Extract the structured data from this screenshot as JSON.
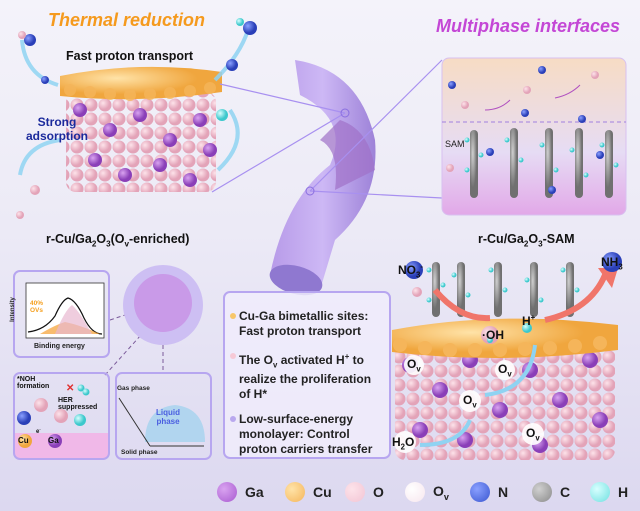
{
  "top_left": {
    "title": "Thermal reduction",
    "label_fast": "Fast proton transport",
    "label_strong": "Strong",
    "label_adsorption": "adsorption",
    "caption": {
      "pre": "r-Cu/Ga",
      "sub1": "2",
      "mid": "O",
      "sub2": "3",
      "post1": "(O",
      "sub3": "v",
      "post2": "-enriched)"
    }
  },
  "top_right": {
    "title": "Multiphase interfaces",
    "sam_label": "SAM",
    "caption": {
      "pre": "r-Cu/Ga",
      "sub1": "2",
      "mid": "O",
      "sub2": "3",
      "post": "-SAM"
    }
  },
  "xps_panel": {
    "ylabel": "Intensity",
    "xlabel": "Binding energy",
    "annot_pct": "40%",
    "annot_ov": "OVs"
  },
  "noh_panel": {
    "line1": "*NOH",
    "line2": "formation",
    "her1": "HER",
    "her2": "suppressed",
    "cu": "Cu",
    "ga": "Ga",
    "e": "e",
    "e_sup": "-"
  },
  "phase_panel": {
    "gas": "Gas phase",
    "solid": "Solid phase",
    "liquid1": "Liquid",
    "liquid2": "phase"
  },
  "bullets": [
    {
      "color": "#f7c66a",
      "line1": "Cu-Ga bimetallic sites:",
      "line2": "Fast proton transport"
    },
    {
      "color": "#f6c9d6",
      "pre": "The O",
      "sub": "v",
      "mid": " activated H",
      "sup": "+",
      "post": " to",
      "line2": "realize the proliferation",
      "line3": "of H*"
    },
    {
      "color": "#b9a8ee",
      "line1": "Low-surface-energy",
      "line2": "monolayer: Control",
      "line3": "proton carriers transfer"
    }
  ],
  "mechanism": {
    "no3": "NO",
    "no3_sub": "3",
    "no3_sup": "-",
    "nh3": "NH",
    "nh3_sub": "3",
    "oh": "·OH",
    "hplus": "H",
    "hplus_sup": "+",
    "ov": "O",
    "ov_sub": "v",
    "h2o_pre": "H",
    "h2o_sub": "2",
    "h2o_post": "O"
  },
  "legend": [
    {
      "label": "Ga",
      "color": "#a85ad0"
    },
    {
      "label": "Cu",
      "color": "#f5b55a"
    },
    {
      "label": "O",
      "color": "#f2c4d4"
    },
    {
      "label": "O",
      "sub": "v",
      "color": "#f7e6ee"
    },
    {
      "label": "N",
      "color": "#3a56d0"
    },
    {
      "label": "C",
      "color": "#8a8a8a"
    },
    {
      "label": "H",
      "color": "#6fe0e0"
    }
  ]
}
